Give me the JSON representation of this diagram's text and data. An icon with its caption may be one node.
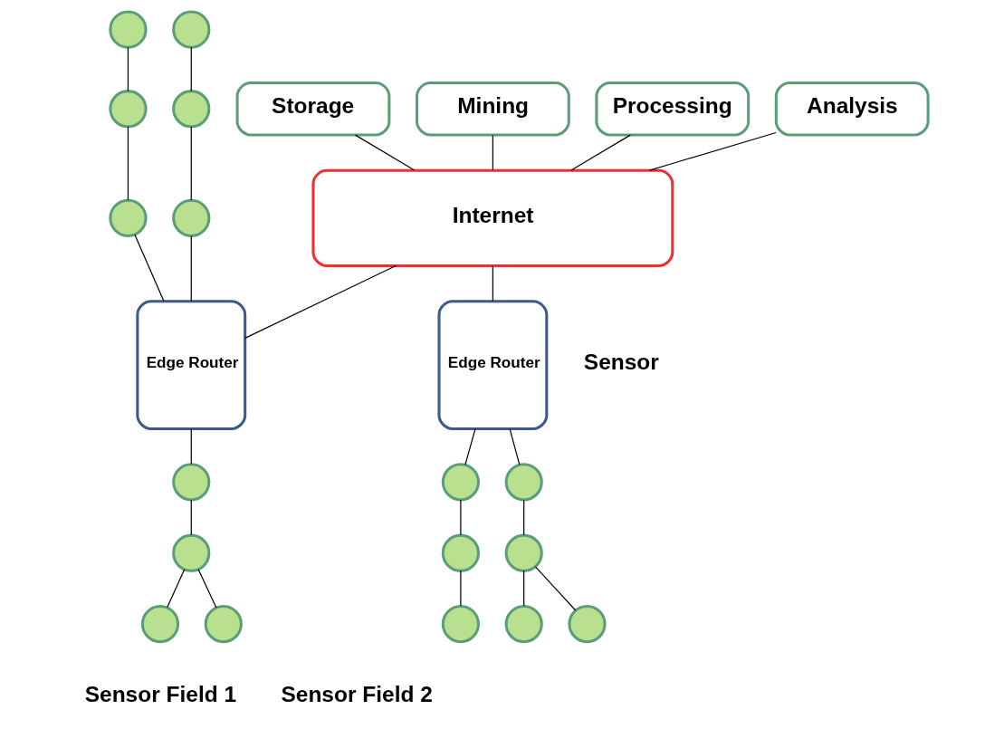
{
  "diagram": {
    "nodes": [
      {
        "text": [
          "Processing"
        ]
      },
      {
        "text": [
          "Analysis"
        ]
      },
      {
        "text": [
          "Storage"
        ]
      },
      {
        "text": [
          "Mining"
        ]
      },
      {
        "text": [
          "Internet"
        ]
      },
      {
        "text": [
          "Edge Router"
        ]
      },
      {
        "text": [
          "Edge Router"
        ]
      },
      {
        "text": [],
        "shape": "circle"
      },
      {
        "text": [],
        "shape": "circle"
      },
      {
        "text": [],
        "shape": "circle"
      },
      {
        "text": [],
        "shape": "circle"
      },
      {
        "text": [],
        "shape": "circle"
      },
      {
        "text": [],
        "shape": "circle"
      },
      {
        "text": [],
        "shape": "circle"
      },
      {
        "text": [],
        "shape": "circle"
      },
      {
        "text": [],
        "shape": "circle"
      },
      {
        "text": [],
        "shape": "circle"
      },
      {
        "text": [],
        "shape": "circle"
      },
      {
        "text": [],
        "shape": "circle"
      },
      {
        "text": [],
        "shape": "circle"
      },
      {
        "text": [],
        "shape": "circle"
      },
      {
        "text": [],
        "shape": "circle"
      },
      {
        "text": [],
        "shape": "circle"
      },
      {
        "text": [],
        "shape": "circle"
      }
    ],
    "edges": [
      {
        "from": 0,
        "to": 4,
        "arrow": "none"
      },
      {
        "from": 1,
        "to": 4,
        "arrow": "none"
      },
      {
        "from": 2,
        "to": 4,
        "arrow": "none"
      },
      {
        "from": 3,
        "to": 4,
        "arrow": "none"
      },
      {
        "from": 4,
        "to": 5,
        "arrow": "none"
      },
      {
        "from": 4,
        "to": 6,
        "arrow": "none"
      },
      {
        "from": 7,
        "to": 8,
        "arrow": "none"
      },
      {
        "from": 8,
        "to": 9,
        "arrow": "none"
      },
      {
        "from": 9,
        "to": 5,
        "arrow": "none"
      },
      {
        "from": 10,
        "to": 11,
        "arrow": "none"
      },
      {
        "from": 11,
        "to": 12,
        "arrow": "none"
      },
      {
        "from": 12,
        "to": 5,
        "arrow": "none"
      },
      {
        "from": 5,
        "to": 13,
        "arrow": "none"
      },
      {
        "from": 13,
        "to": 14,
        "arrow": "none"
      },
      {
        "from": 14,
        "to": 15,
        "arrow": "none"
      },
      {
        "from": 14,
        "to": 16,
        "arrow": "none"
      },
      {
        "from": 6,
        "to": 17,
        "arrow": "none"
      },
      {
        "from": 17,
        "to": 18,
        "arrow": "none"
      },
      {
        "from": 18,
        "to": 19,
        "arrow": "none"
      },
      {
        "from": 18,
        "to": 20,
        "arrow": "none"
      },
      {
        "from": 6,
        "to": 21,
        "arrow": "none"
      },
      {
        "from": 21,
        "to": 22,
        "arrow": "none"
      },
      {
        "from": 22,
        "to": 23,
        "arrow": "none"
      }
    ],
    "labels": [
      "Sensor",
      "Sensor Field 1",
      "Sensor Field 2"
    ]
  }
}
